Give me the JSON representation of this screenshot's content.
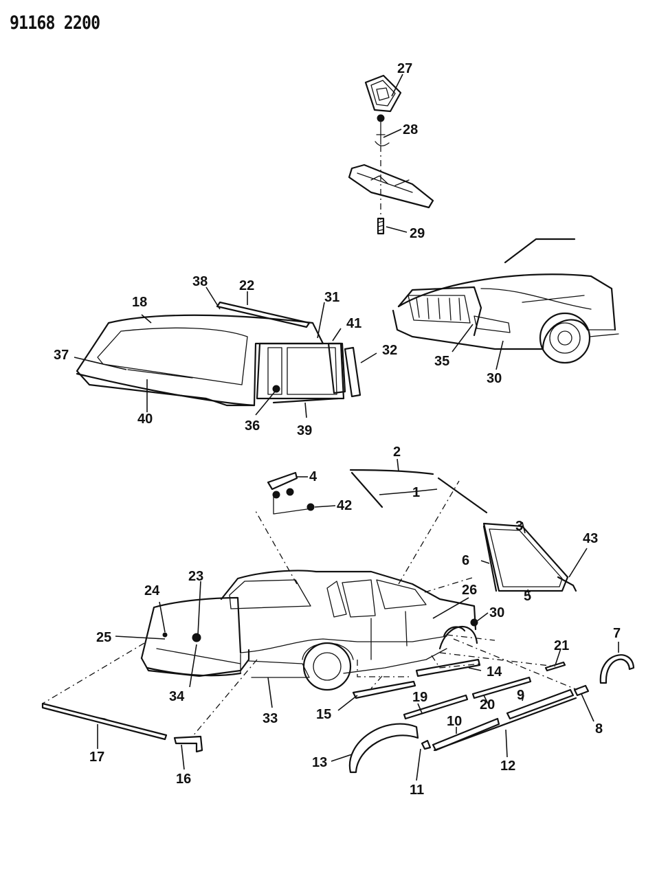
{
  "document": {
    "code": "91168 2200"
  },
  "labels": {
    "l1": "1",
    "l2": "2",
    "l3": "3",
    "l4": "4",
    "l5": "5",
    "l6": "6",
    "l7": "7",
    "l8": "8",
    "l9": "9",
    "l10": "10",
    "l11": "11",
    "l12": "12",
    "l13": "13",
    "l14": "14",
    "l15": "15",
    "l16": "16",
    "l17": "17",
    "l18": "18",
    "l19": "19",
    "l20": "20",
    "l21": "21",
    "l22": "22",
    "l23": "23",
    "l24": "24",
    "l25": "25",
    "l26": "26",
    "l27": "27",
    "l28": "28",
    "l29": "29",
    "l30a": "30",
    "l30b": "30",
    "l31": "31",
    "l32": "32",
    "l33": "33",
    "l34": "34",
    "l35": "35",
    "l36": "36",
    "l37": "37",
    "l38": "38",
    "l39": "39",
    "l40": "40",
    "l41": "41",
    "l42": "42",
    "l43": "43"
  }
}
